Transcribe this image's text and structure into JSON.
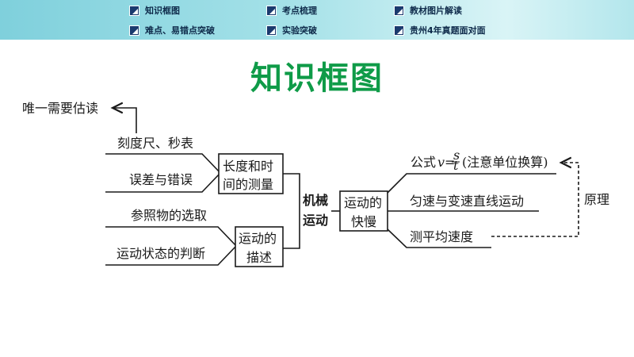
{
  "header": {
    "nav": [
      {
        "label": "知识框图"
      },
      {
        "label": "考点梳理"
      },
      {
        "label": "教材图片解读"
      },
      {
        "label": "难点、易错点突破"
      },
      {
        "label": "实验突破"
      },
      {
        "label": "贵州4年真题面对面"
      }
    ]
  },
  "page_title": "知识框图",
  "diagram": {
    "center": [
      "机械",
      "运动"
    ],
    "estimate_note": "唯一需要估读",
    "branch_measure": {
      "label": [
        "长度和时",
        "间的测量"
      ],
      "items": [
        "刻度尺、秒表",
        "误差与错误"
      ]
    },
    "branch_describe": {
      "label": [
        "运动的",
        "描述"
      ],
      "items": [
        "参照物的选取",
        "运动状态的判断"
      ]
    },
    "branch_speed": {
      "label": [
        "运动的",
        "快慢"
      ],
      "formula_prefix": "公式",
      "formula_var": "v",
      "formula_eq": "=",
      "formula_num": "s",
      "formula_den": "t",
      "formula_suffix": "(注意单位换算)",
      "items": [
        "匀速与变速直线运动",
        "测平均速度"
      ]
    },
    "principle": "原理"
  }
}
